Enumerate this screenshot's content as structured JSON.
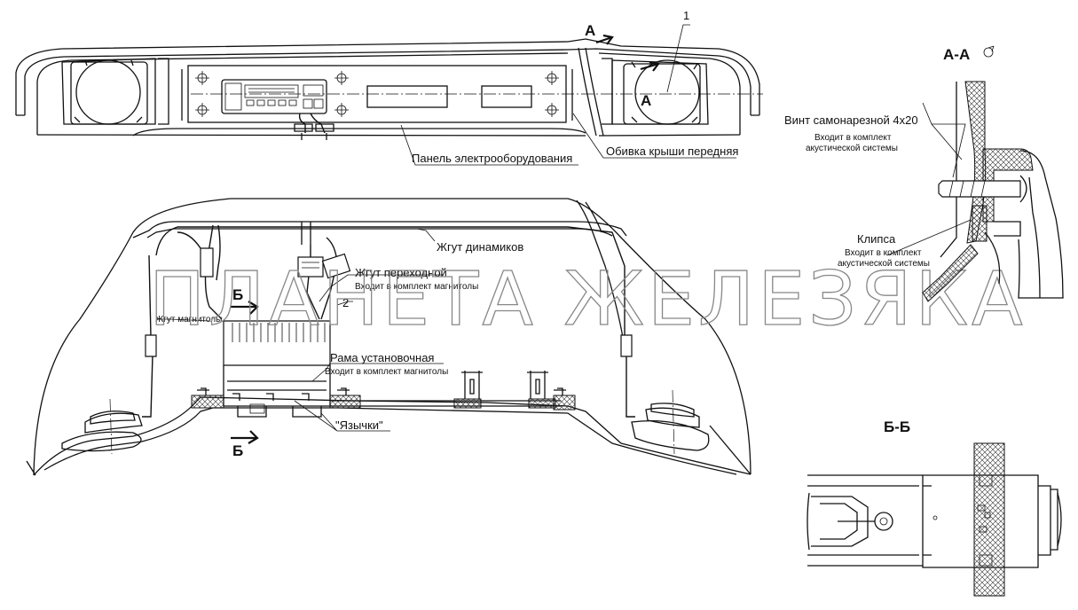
{
  "watermark": "ПЛАНЕТА ЖЕЛЕЗЯКА",
  "callouts": {
    "item1": "1",
    "item2": "2"
  },
  "section_marks": {
    "a": "A",
    "b": "Б",
    "aa_title": "А-А",
    "bb_title": "Б-Б"
  },
  "top_view_labels": {
    "electrical_panel": "Панель электрооборудования",
    "roof_trim": "Обивка крыши передняя"
  },
  "front_view_labels": {
    "speaker_harness": "Жгут динамиков",
    "adapter_harness": "Жгут переходной",
    "adapter_harness_note": "Входит в комплект магнитолы",
    "radio_harness": "Жгут магнитолы",
    "mounting_frame": "Рама установочная",
    "mounting_frame_note": "Входит в комплект магнитолы",
    "tabs": "\"Язычки\""
  },
  "section_aa_labels": {
    "screw": "Винт самонарезной 4х20",
    "screw_note_line1": "Входит в комплект",
    "screw_note_line2": "акустической системы",
    "clip": "Клипса",
    "clip_note_line1": "Входит в комплект",
    "clip_note_line2": "акустической системы"
  }
}
